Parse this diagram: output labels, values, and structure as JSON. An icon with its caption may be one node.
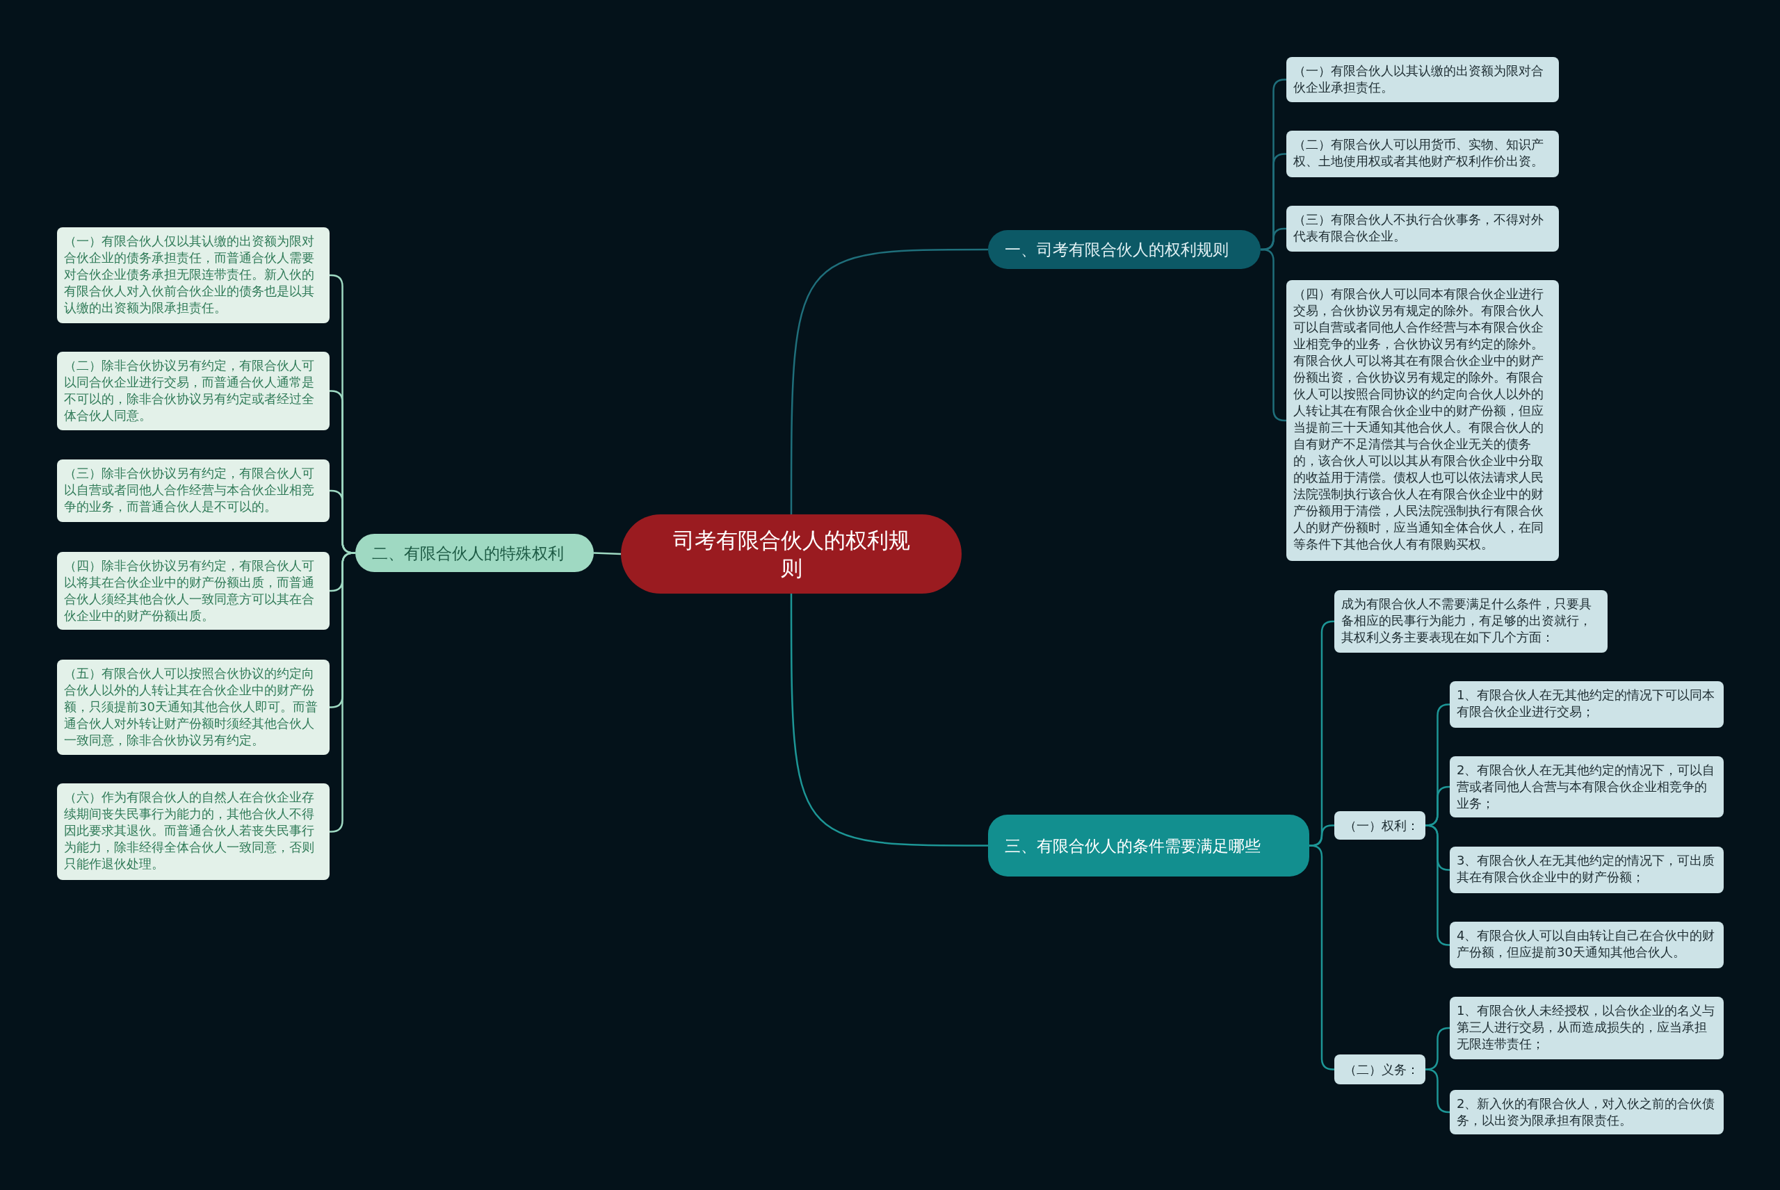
{
  "diagram": {
    "nodes": [
      {
        "text": [
          "司考有限合伙人的权利规则"
        ]
      },
      {
        "text": [
          "一、司考有限合伙人的权利规则"
        ]
      },
      {
        "text": [
          "（一）有限合伙人以其认缴的出资额为限对合伙企业承担责任。"
        ]
      },
      {
        "text": [
          "（二）有限合伙人可以用货币、实物、知识产权、土地使用权或者其他财产权利作价出资。"
        ]
      },
      {
        "text": [
          "（三）有限合伙人不执行合伙事务，不得对外代表有限合伙企业。"
        ]
      },
      {
        "text": [
          "（四）有限合伙人可以同本有限合伙企业进行交易，合伙协议另有规定的除外。有限合伙人可以自营或者同他人合作经营与本有限合伙企业相竞争的业务，合伙协议另有约定的除外。有限合伙人可以将其在有限合伙企业中的财产份额出资，合伙协议另有规定的除外。有限合伙人可以按照合同协议的约定向合伙人以外的人转让其在有限合伙企业中的财产份额，但应当提前三十天通知其他合伙人。有限合伙人的自有财产不足清偿其与合伙企业无关的债务的，该合伙人可以以其从有限合伙企业中分取的收益用于清偿。债权人也可以依法请求人民法院强制执行该合伙人在有限合伙企业中的财产份额用于清偿，人民法院强制执行有限合伙人的财产份额时，应当通知全体合伙人，在同等条件下其他合伙人有有限购买权。"
        ]
      },
      {
        "text": [
          "二、有限合伙人的特殊权利"
        ]
      },
      {
        "text": [
          "（一）有限合伙人仅以其认缴的出资额为限对合伙企业的债务承担责任，而普通合伙人需要对合伙企业债务承担无限连带责任。新入伙的有限合伙人对入伙前合伙企业的债务也是以其认缴的出资额为限承担责任。"
        ]
      },
      {
        "text": [
          "（二）除非合伙协议另有约定，有限合伙人可以同合伙企业进行交易，而普通合伙人通常是不可以的，除非合伙协议另有约定或者经过全体合伙人同意。"
        ]
      },
      {
        "text": [
          "（三）除非合伙协议另有约定，有限合伙人可以自营或者同他人合作经营与本合伙企业相竞争的业务，而普通合伙人是不可以的。"
        ]
      },
      {
        "text": [
          "（四）除非合伙协议另有约定，有限合伙人可以将其在合伙企业中的财产份额出质，而普通合伙人须经其他合伙人一致同意方可以其在合伙企业中的财产份额出质。"
        ]
      },
      {
        "text": [
          "（五）有限合伙人可以按照合伙协议的约定向合伙人以外的人转让其在合伙企业中的财产份额，只须提前30天通知其他合伙人即可。而普通合伙人对外转让财产份额时须经其他合伙人一致同意，除非合伙协议另有约定。"
        ]
      },
      {
        "text": [
          "（六）作为有限合伙人的自然人在合伙企业存续期间丧失民事行为能力的，其他合伙人不得因此要求其退伙。而普通合伙人若丧失民事行为能力，除非经得全体合伙人一致同意，否则只能作退伙处理。"
        ]
      },
      {
        "text": [
          "三、有限合伙人的条件需要满足哪些"
        ]
      },
      {
        "text": [
          "成为有限合伙人不需要满足什么条件，只要具备相应的民事行为能力，有足够的出资就行，其权利义务主要表现在如下几个方面："
        ]
      },
      {
        "text": [
          "（一）权利："
        ]
      },
      {
        "text": [
          "1、有限合伙人在无其他约定的情况下可以同本有限合伙企业进行交易；"
        ]
      },
      {
        "text": [
          "2、有限合伙人在无其他约定的情况下，可以自营或者同他人合营与本有限合伙企业相竞争的业务；"
        ]
      },
      {
        "text": [
          "3、有限合伙人在无其他约定的情况下，可出质其在有限合伙企业中的财产份额；"
        ]
      },
      {
        "text": [
          "4、有限合伙人可以自由转让自己在合伙中的财产份额，但应提前30天通知其他合伙人。"
        ]
      },
      {
        "text": [
          "（二）义务："
        ]
      },
      {
        "text": [
          "1、有限合伙人未经授权，以合伙企业的名义与第三人进行交易，从而造成损失的，应当承担无限连带责任；"
        ]
      },
      {
        "text": [
          "2、新入伙的有限合伙人，对入伙之前的合伙债务，以出资为限承担有限责任。"
        ]
      }
    ],
    "edges": [
      {
        "from": 0,
        "to": 1,
        "arrow": "none",
        "color": "#1f6f7b"
      },
      {
        "from": 1,
        "to": 2,
        "arrow": "none",
        "color": "#1f6f7b"
      },
      {
        "from": 1,
        "to": 3,
        "arrow": "none",
        "color": "#1f6f7b"
      },
      {
        "from": 1,
        "to": 4,
        "arrow": "none",
        "color": "#1f6f7b"
      },
      {
        "from": 1,
        "to": 5,
        "arrow": "none",
        "color": "#1f6f7b"
      },
      {
        "from": 0,
        "to": 6,
        "arrow": "none",
        "color": "#9fd9c2"
      },
      {
        "from": 6,
        "to": 7,
        "arrow": "none",
        "color": "#9fd9c2"
      },
      {
        "from": 6,
        "to": 8,
        "arrow": "none",
        "color": "#9fd9c2"
      },
      {
        "from": 6,
        "to": 9,
        "arrow": "none",
        "color": "#9fd9c2"
      },
      {
        "from": 6,
        "to": 10,
        "arrow": "none",
        "color": "#9fd9c2"
      },
      {
        "from": 6,
        "to": 11,
        "arrow": "none",
        "color": "#9fd9c2"
      },
      {
        "from": 6,
        "to": 12,
        "arrow": "none",
        "color": "#9fd9c2"
      },
      {
        "from": 0,
        "to": 13,
        "arrow": "none",
        "color": "#1d9696"
      },
      {
        "from": 13,
        "to": 14,
        "arrow": "none",
        "color": "#1d9696"
      },
      {
        "from": 13,
        "to": 15,
        "arrow": "none",
        "color": "#1d9696"
      },
      {
        "from": 13,
        "to": 20,
        "arrow": "none",
        "color": "#1d9696"
      },
      {
        "from": 15,
        "to": 16,
        "arrow": "none",
        "color": "#1d9696"
      },
      {
        "from": 15,
        "to": 17,
        "arrow": "none",
        "color": "#1d9696"
      },
      {
        "from": 15,
        "to": 18,
        "arrow": "none",
        "color": "#1d9696"
      },
      {
        "from": 15,
        "to": 19,
        "arrow": "none",
        "color": "#1d9696"
      },
      {
        "from": 20,
        "to": 21,
        "arrow": "none",
        "color": "#1d9696"
      },
      {
        "from": 20,
        "to": 22,
        "arrow": "none",
        "color": "#1d9696"
      }
    ]
  }
}
